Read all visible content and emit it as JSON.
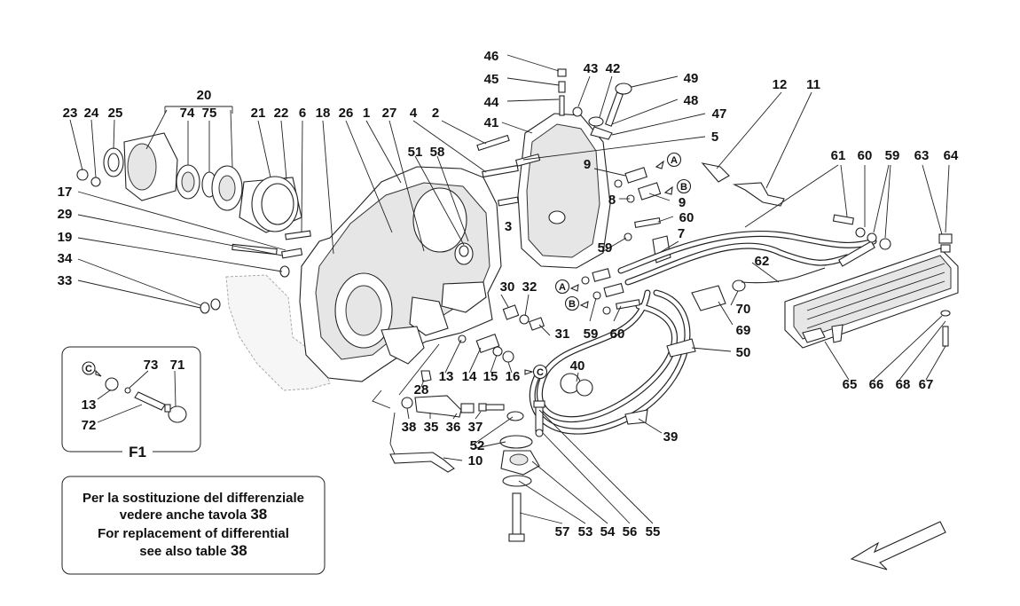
{
  "labels": {
    "p1": "1",
    "p2": "2",
    "p3": "3",
    "p4": "4",
    "p5": "5",
    "p6": "6",
    "p7": "7",
    "p8": "8",
    "p9a": "9",
    "p9b": "9",
    "p10": "10",
    "p11": "11",
    "p12": "12",
    "p13": "13",
    "p14": "14",
    "p15": "15",
    "p16": "16",
    "p17": "17",
    "p18": "18",
    "p19": "19",
    "p20": "20",
    "p21": "21",
    "p22": "22",
    "p23": "23",
    "p24": "24",
    "p25": "25",
    "p26": "26",
    "p27": "27",
    "p28": "28",
    "p29": "29",
    "p30": "30",
    "p31": "31",
    "p32": "32",
    "p33": "33",
    "p34": "34",
    "p35": "35",
    "p36": "36",
    "p37": "37",
    "p38": "38",
    "p39": "39",
    "p40": "40",
    "p41": "41",
    "p42": "42",
    "p43": "43",
    "p44": "44",
    "p45": "45",
    "p46": "46",
    "p47": "47",
    "p48": "48",
    "p49": "49",
    "p50": "50",
    "p51": "51",
    "p52": "52",
    "p53": "53",
    "p54": "54",
    "p55": "55",
    "p56": "56",
    "p57": "57",
    "p58": "58",
    "p59a": "59",
    "p59b": "59",
    "p59c": "59",
    "p60a": "60",
    "p60b": "60",
    "p60c": "60",
    "p61": "61",
    "p62": "62",
    "p63": "63",
    "p64": "64",
    "p65": "65",
    "p66": "66",
    "p67": "67",
    "p68": "68",
    "p69": "69",
    "p70": "70",
    "p74": "74",
    "p75": "75"
  },
  "connectors": {
    "A": "A",
    "B": "B",
    "C": "C"
  },
  "inset": {
    "title": "F1",
    "labels": {
      "c": "C",
      "n73": "73",
      "n71": "71",
      "n13": "13",
      "n72": "72"
    }
  },
  "note": {
    "line1": "Per la sostituzione del differenziale",
    "line2a": "vedere anche tavola",
    "line2b": "38",
    "line3": "For replacement of differential",
    "line4a": "see  also table",
    "line4b": "38"
  },
  "icons": {
    "direction": "arrow-down-left-icon"
  }
}
